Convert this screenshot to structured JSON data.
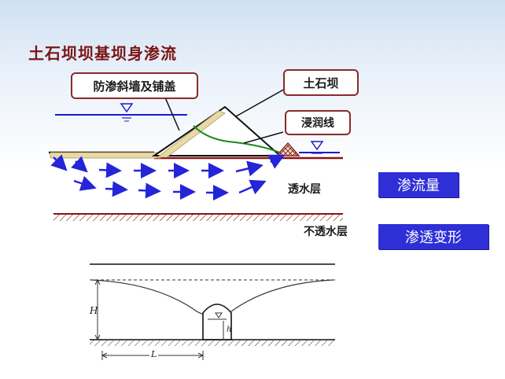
{
  "title": "土石坝坝基坝身渗流",
  "callouts": {
    "anti_seepage": "防渗斜墙及铺盖",
    "earth_dam": "土石坝",
    "phreatic_line": "浸润线"
  },
  "layers": {
    "permeable": "透水层",
    "impermeable": "不透水层"
  },
  "buttons": {
    "seepage_volume": "渗流量",
    "seepage_deformation": "渗透变形"
  },
  "bottom_figure": {
    "H_label": "H",
    "h_label": "h",
    "L_label": "L"
  },
  "colors": {
    "water_line": "#1a1ad0",
    "arrow": "#2424d8",
    "ground": "#8a1414",
    "wall": "#e8d9a8",
    "phreatic": "#1a8a1a",
    "button_bg": "#2f2fd8"
  }
}
